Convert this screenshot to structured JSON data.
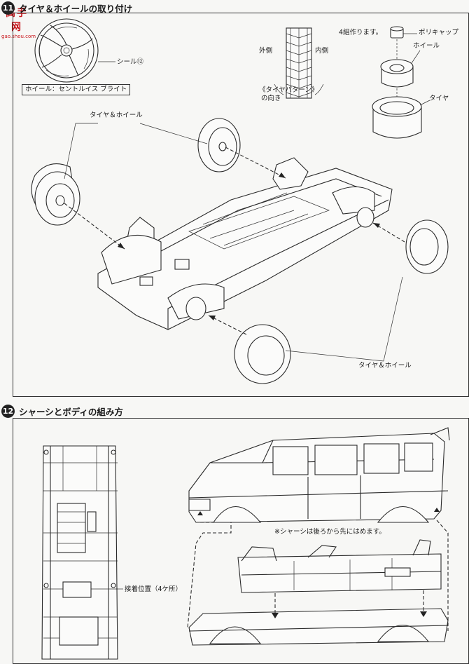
{
  "step11": {
    "number": "11",
    "title": "タイヤ＆ホイールの取り付け",
    "seal_label": "シール⑫",
    "wheel_caption": "ホイール：セントルイス ブライト",
    "outer_label": "外側",
    "inner_label": "内側",
    "tread_caption_line1": "《タイヤパターン》",
    "tread_caption_line2": "の向き",
    "make_count": "4組作ります。",
    "poly_cap_label": "ポリキャップ",
    "wheel_label": "ホイール",
    "tire_label": "タイヤ",
    "tire_wheel_top": "タイヤ＆ホイール",
    "tire_wheel_bottom": "タイヤ＆ホイール"
  },
  "step12": {
    "number": "12",
    "title": "シャーシとボディの組み方",
    "glue_label": "接着位置（4ケ所）",
    "chassis_note": "※シャーシは後ろから先にはめます。"
  },
  "watermark": {
    "brand": "高手网",
    "url": "gao.shou.com"
  }
}
